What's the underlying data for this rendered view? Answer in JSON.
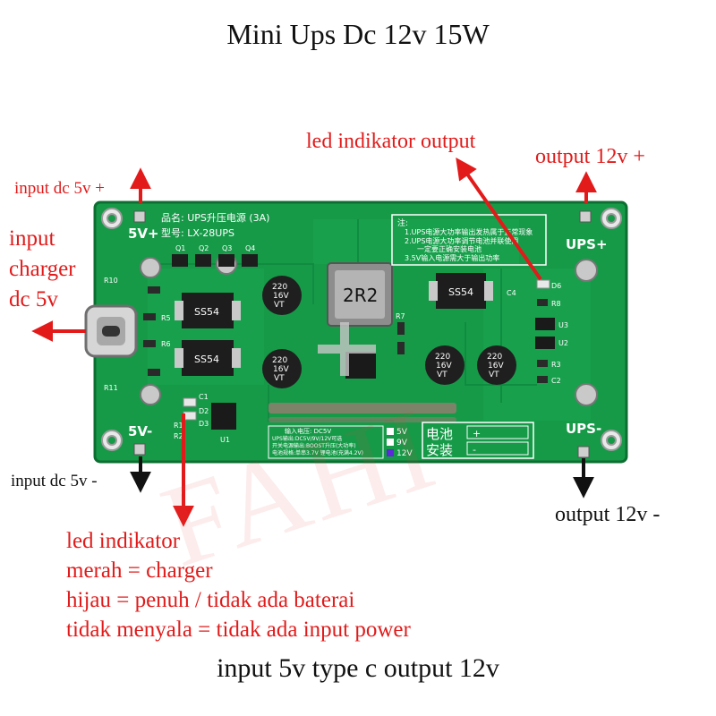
{
  "title": "Mini Ups Dc 12v 15W",
  "footer": "input 5v type c output 12v",
  "watermark": "FAHI",
  "labels": {
    "input_plus": "input dc 5v +",
    "input_charger": [
      "input",
      "charger",
      "dc 5v"
    ],
    "input_minus": "input dc 5v -",
    "led_output": "led indikator output",
    "output_plus": "output 12v +",
    "output_minus": "output 12v -"
  },
  "led_note": [
    "led indikator",
    "merah = charger",
    "hijau = penuh / tidak ada baterai",
    "tidak menyala = tidak ada input power"
  ],
  "board": {
    "name_line": "品名: UPS升压电源 (3A)",
    "model_line": "型号: LX-28UPS",
    "pin_5v_plus": "5V+",
    "pin_5v_minus": "5V-",
    "pin_ups_plus": "UPS+",
    "pin_ups_minus": "UPS-",
    "inductor": "2R2",
    "diode_mark": "SS54",
    "cap_lines": [
      "220",
      "16V",
      "VT"
    ],
    "refs": [
      "Q1",
      "Q2",
      "Q3",
      "Q4",
      "R10",
      "R5",
      "R6",
      "R11",
      "C1",
      "D2",
      "D3",
      "R1",
      "R2",
      "U1",
      "R7",
      "R8",
      "R3",
      "C2",
      "U2",
      "U3",
      "D6",
      "C4"
    ],
    "notes_head": "注:",
    "notes": [
      "1.UPS电源大功率输出发热属于正常现象",
      "2.UPS电源大功率调节电池并联使用",
      "一定要正确安装电池",
      "3.5V输入电源需大于输出功率"
    ],
    "spec_lines": [
      "输入电压: DC5V",
      "UPS输出:DC5V/9V/12V可选",
      "开关电源输出:BOOST升压(大功率)",
      "电池规格:单串3.7V 锂电池(充满4.2V)"
    ],
    "volt_options": [
      "5V",
      "9V",
      "12V"
    ],
    "battery_box": "电池\n安装",
    "battery_label": [
      "电池",
      "安装"
    ],
    "battery_pol": [
      "+",
      "-"
    ]
  },
  "colors": {
    "pcb": "#169a48",
    "pcb_dark": "#0e7a37",
    "annotation_red": "#e11b1b",
    "arrow_red": "#e31a1a"
  }
}
